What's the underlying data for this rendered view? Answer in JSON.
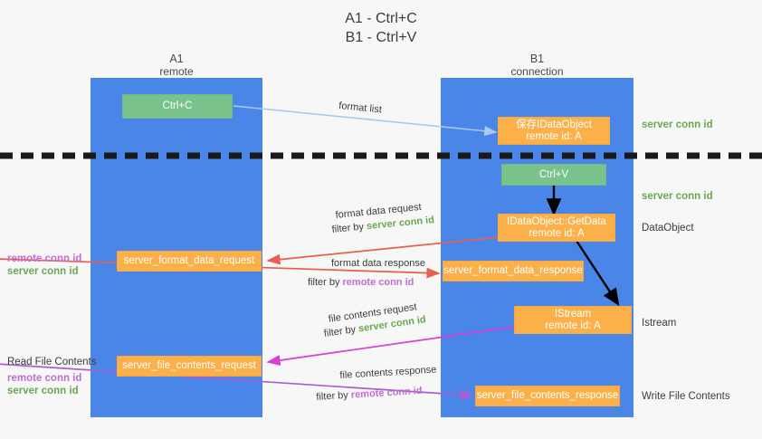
{
  "title": {
    "line1": "A1 - Ctrl+C",
    "line2": "B1 - Ctrl+V"
  },
  "colors": {
    "lane": "#4a86e8",
    "green_box": "#79c28b",
    "orange_box": "#fbb04a",
    "server_conn_id": "#6aa84f",
    "remote_conn_id": "#c06ed0",
    "arrow_blue": "#a7cbea",
    "arrow_red": "#e8604c",
    "arrow_magenta": "#d63fd6",
    "arrow_purple": "#a95fd0",
    "arrow_black": "#000000",
    "divider": "#1a1a1a",
    "background": "#f7f7f7"
  },
  "lanes": [
    {
      "id": "a1",
      "name": "A1",
      "subtitle": "remote"
    },
    {
      "id": "b1",
      "name": "B1",
      "subtitle": "connection"
    }
  ],
  "nodes": [
    {
      "id": "ctrl-c",
      "lane": "a1",
      "style": "green",
      "line1": "Ctrl+C",
      "line2": ""
    },
    {
      "id": "save-idataobject",
      "lane": "b1",
      "style": "orange",
      "line1": "保存IDataObject",
      "line2": "remote id: A"
    },
    {
      "id": "ctrl-v",
      "lane": "b1",
      "style": "green",
      "line1": "Ctrl+V",
      "line2": ""
    },
    {
      "id": "idataobject-getdata",
      "lane": "b1",
      "style": "orange",
      "line1": "IDataObject::GetData",
      "line2": "remote id: A"
    },
    {
      "id": "server-format-data-request",
      "lane": "a1",
      "style": "orange",
      "line1": "server_format_data_request",
      "line2": ""
    },
    {
      "id": "server-format-data-response",
      "lane": "b1",
      "style": "orange",
      "line1": "server_format_data_response",
      "line2": ""
    },
    {
      "id": "istream",
      "lane": "b1",
      "style": "orange",
      "line1": "IStream",
      "line2": "remote id: A"
    },
    {
      "id": "server-file-contents-request",
      "lane": "a1",
      "style": "orange",
      "line1": "server_file_contents_request",
      "line2": ""
    },
    {
      "id": "server-file-contents-response",
      "lane": "b1",
      "style": "orange",
      "line1": "server_file_contents_response",
      "line2": ""
    }
  ],
  "right_annotations": [
    {
      "id": "server-conn-id-1",
      "text": "server conn id",
      "kind": "green"
    },
    {
      "id": "server-conn-id-2",
      "text": "server conn id",
      "kind": "green"
    },
    {
      "id": "dataobject-label",
      "text": "DataObject",
      "kind": "plain"
    },
    {
      "id": "istream-label",
      "text": "Istream",
      "kind": "plain"
    },
    {
      "id": "write-file-contents",
      "text": "Write File Contents",
      "kind": "plain"
    }
  ],
  "left_annotations": [
    {
      "id": "left-ids-1-remote",
      "text": "remote conn id",
      "kind": "purple"
    },
    {
      "id": "left-ids-1-server",
      "text": "server conn id",
      "kind": "green"
    },
    {
      "id": "read-file-contents",
      "text": "Read File Contents",
      "kind": "plain"
    },
    {
      "id": "left-ids-2-remote",
      "text": "remote conn id",
      "kind": "purple"
    },
    {
      "id": "left-ids-2-server",
      "text": "server conn id",
      "kind": "green"
    }
  ],
  "edge_labels": [
    {
      "id": "format-list",
      "text": "format list"
    },
    {
      "id": "format-data-request",
      "text": "format data request"
    },
    {
      "id": "format-data-request-filter",
      "prefix": "filter by ",
      "highlight": "server conn id",
      "highlight_kind": "green"
    },
    {
      "id": "format-data-response",
      "text": "format data response"
    },
    {
      "id": "format-data-response-filter",
      "prefix": "filter by ",
      "highlight": "remote conn id",
      "highlight_kind": "purple"
    },
    {
      "id": "file-contents-request",
      "text": "file contents request"
    },
    {
      "id": "file-contents-request-filter",
      "prefix": "filter by ",
      "highlight": "server conn id",
      "highlight_kind": "green"
    },
    {
      "id": "file-contents-response",
      "text": "file contents response"
    },
    {
      "id": "file-contents-response-filter",
      "prefix": "filter by ",
      "highlight": "remote conn id",
      "highlight_kind": "purple"
    }
  ]
}
